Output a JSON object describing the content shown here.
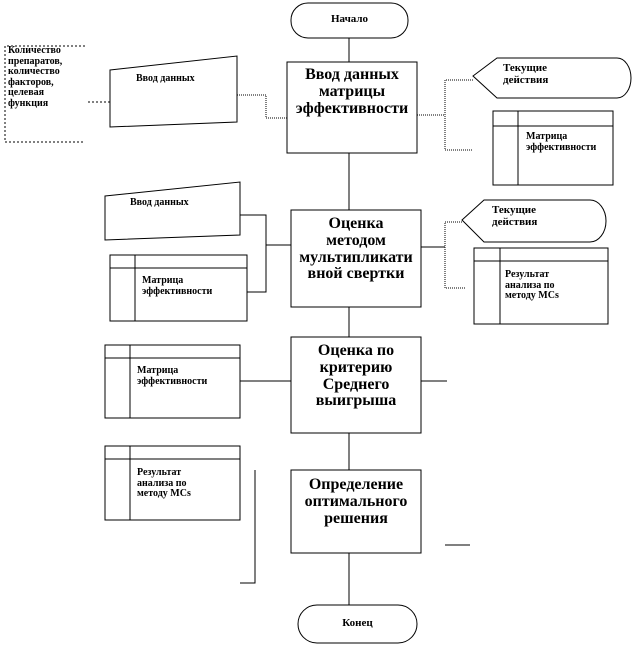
{
  "terminals": {
    "start": "Начало",
    "end": "Конец"
  },
  "process_blocks": {
    "input_matrix": [
      "Ввод данных",
      "матрицы",
      "эффективности"
    ],
    "convolution": [
      "Оценка",
      "методом",
      "мультипликати",
      "вной свертки"
    ],
    "average_gain": [
      "Оценка по",
      "критерию",
      "Среднего",
      "выигрыша"
    ],
    "optimal": [
      "Определение",
      "оптимального",
      "решения"
    ]
  },
  "annotations": {
    "params": [
      "Количество",
      "препаратов,",
      "количество",
      "факторов,",
      "целевая",
      "функция"
    ],
    "input_label_1": "Ввод данных",
    "input_label_2": "Ввод данных",
    "current_actions_1": [
      "Текущие",
      "действия"
    ],
    "current_actions_2": [
      "Текущие",
      "действия"
    ],
    "matrix_1": [
      "Матрица",
      "эффективности"
    ],
    "matrix_2": [
      "Матрица",
      "эффективности"
    ],
    "matrix_3": [
      "Матрица",
      "эффективности"
    ],
    "result_1": [
      "Результат",
      "анализа по",
      "методу МСs"
    ],
    "result_2": [
      "Результат",
      "анализа по",
      "методу МСs"
    ]
  },
  "colors": {
    "stroke": "#000000",
    "fill": "#ffffff"
  }
}
